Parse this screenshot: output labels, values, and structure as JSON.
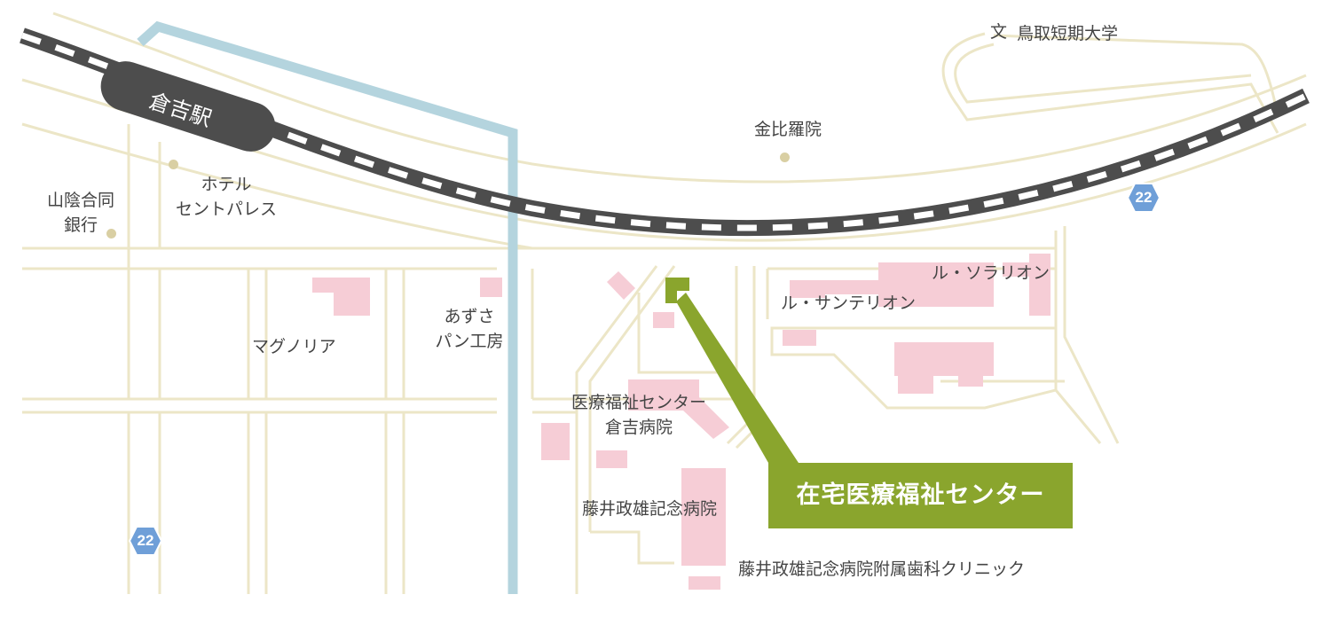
{
  "title": "在宅医療福祉センター",
  "station": "倉吉駅",
  "route_number": "22",
  "landmarks": {
    "college_symbol": "文",
    "college": "鳥取短期大学",
    "temple": "金比羅院",
    "bank_line1": "山陰合同",
    "bank_line2": "銀行",
    "hotel_line1": "ホテル",
    "hotel_line2": "セントパレス",
    "magnolia": "マグノリア",
    "bakery_line1": "あずさ",
    "bakery_line2": "パン工房",
    "medical_line1": "医療福祉センター",
    "medical_line2": "倉吉病院",
    "fujii_hospital": "藤井政雄記念病院",
    "dental": "藤井政雄記念病院附属歯科クリニック",
    "sonarion": "ル・ソラリオン",
    "santerion": "ル・サンテリオン"
  },
  "colors": {
    "road": "#ece6c7",
    "river": "#b4d4de",
    "rail": "#4d4d4d",
    "building": "#f6cdd6",
    "accent": "#8aa52d",
    "route_badge": "#6f9fd8"
  }
}
